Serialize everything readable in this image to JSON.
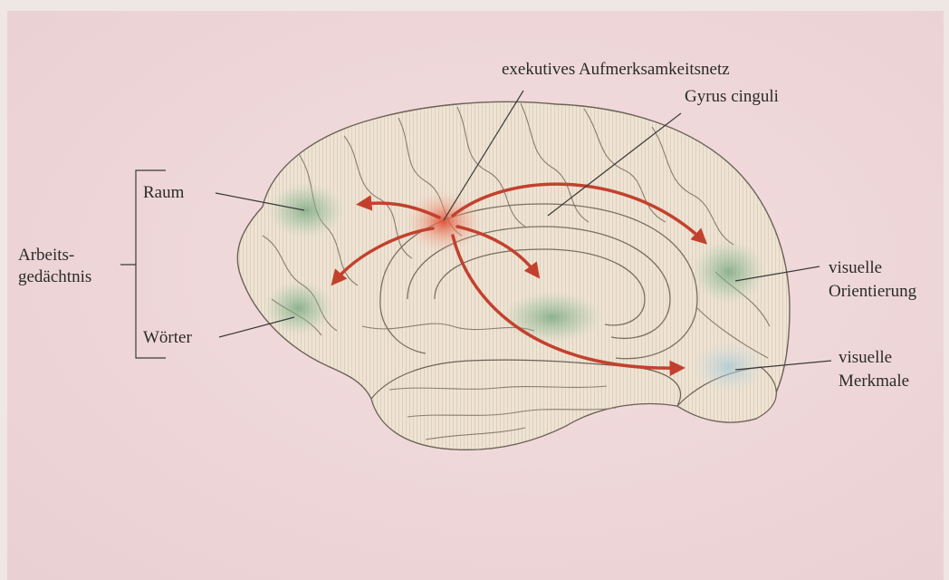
{
  "labels": {
    "executive_network": "exekutives Aufmerksamkeitsnetz",
    "cingulate_gyrus": "Gyrus cinguli",
    "space": "Raum",
    "working_memory_line1": "Arbeits-",
    "working_memory_line2": "gedächtnis",
    "words": "Wörter",
    "visual_orientation_line1": "visuelle",
    "visual_orientation_line2": "Orientierung",
    "visual_features_line1": "visuelle",
    "visual_features_line2": "Merkmale"
  },
  "colors": {
    "background": "#eed6d8",
    "brain_fill": "#efe3d2",
    "brain_outline": "#6b6258",
    "arrow": "#c2412e",
    "activation_green": "#7fae86",
    "activation_red": "#e05a3e",
    "label_text": "#2a2a2a",
    "leader_line": "#3a3a3a"
  }
}
